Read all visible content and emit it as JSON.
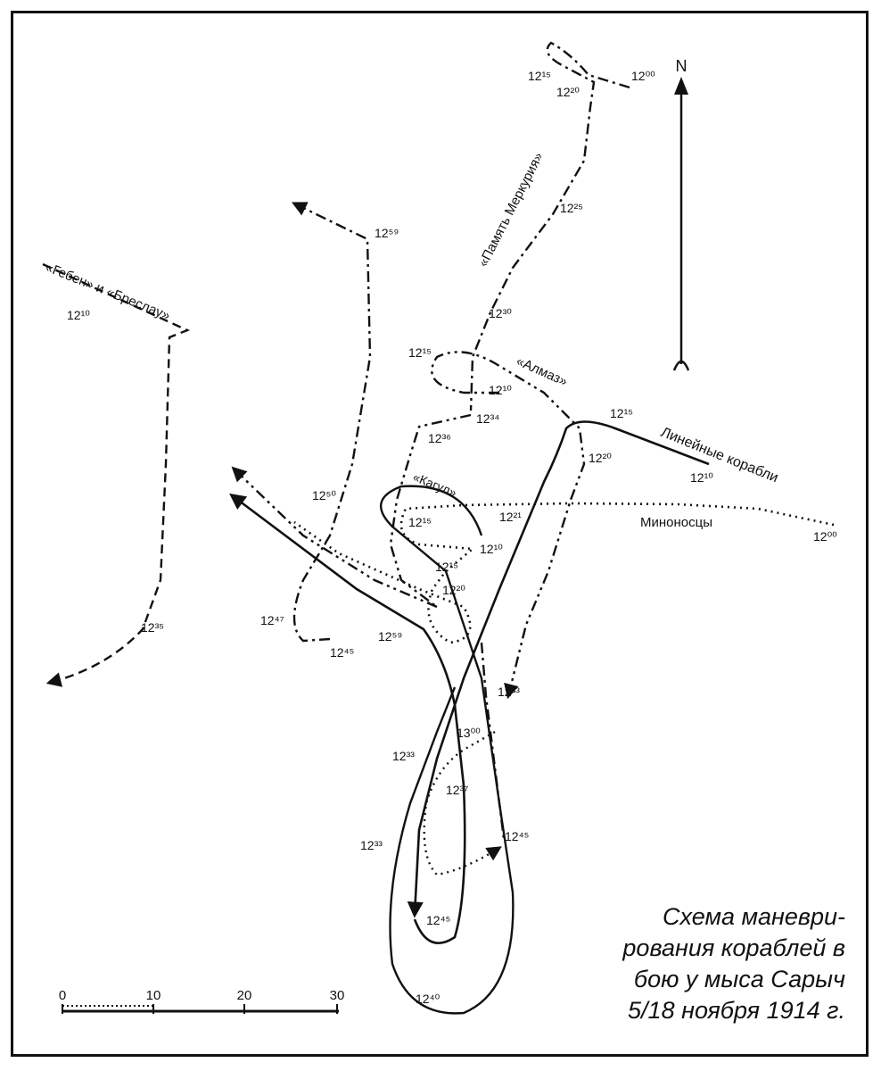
{
  "north": "N",
  "ship_labels": {
    "goeben_breslau": "«Гебен» и «Бреслау»",
    "pamyat_merkuriya": "«Память Меркурия»",
    "almaz": "«Алмаз»",
    "kagul": "«Кагул»",
    "battleships": "Линейные корабли",
    "destroyers": "Миноносцы"
  },
  "times": {
    "pm_1215": "12¹⁵",
    "pm_1200": "12⁰⁰",
    "pm_1220": "12²⁰",
    "pm_1225": "12²⁵",
    "pm_1230": "12³⁰",
    "gb_1210": "12¹⁰",
    "gb_1235": "12³⁵",
    "al_1215": "12¹⁵",
    "al_1210": "12¹⁰",
    "al_1234": "12³⁴",
    "al_1236": "12³⁶",
    "ka_1259": "12⁵⁹",
    "ka_1250": "12⁵⁰",
    "ka_1247": "12⁴⁷",
    "ka_1245": "12⁴⁵",
    "bs_1215": "12¹⁵",
    "bs_1210": "12¹⁰",
    "bs_1220": "12²⁰",
    "bs_1221": "12²¹",
    "mn_1200": "12⁰⁰",
    "mn_1215": "12¹⁵",
    "mn_1210": "12¹⁰",
    "mn_1215b": "12¹⁵",
    "mn_1220": "12²⁰",
    "c_1259": "12⁵⁹",
    "c_1233a": "12³³",
    "c_1300": "13⁰⁰",
    "c_1233b": "12³³",
    "c_1237": "12³⁷",
    "c_1233c": "12³³",
    "c_1245a": "12⁴⁵",
    "c_1245b": "12⁴⁵",
    "c_1240": "12⁴⁰"
  },
  "scale": {
    "ticks": [
      "0",
      "10",
      "20",
      "30"
    ]
  },
  "caption": [
    "Схема маневри-",
    "рования кораблей в",
    "бою у мыса Сарыч",
    "5/18 ноября 1914 г."
  ]
}
